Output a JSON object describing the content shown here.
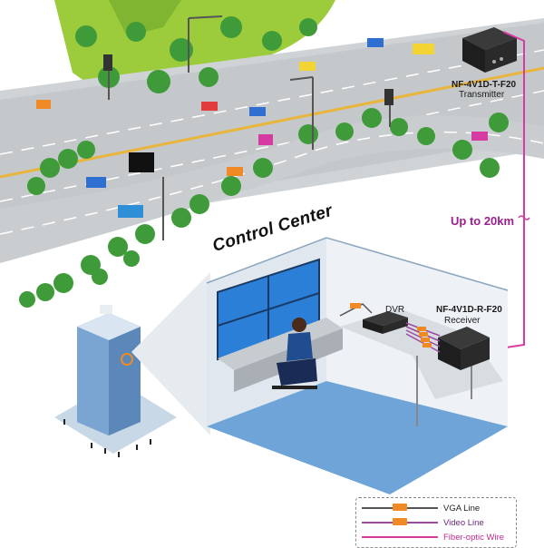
{
  "control_center": {
    "title": "Control Center"
  },
  "transmitter": {
    "model": "NF-4V1D-T-F20",
    "role": "Transmitter"
  },
  "receiver": {
    "model": "NF-4V1D-R-F20",
    "role": "Receiver"
  },
  "dvr": {
    "label": "DVR"
  },
  "link": {
    "distance": "Up to 20km"
  },
  "legend": {
    "items": [
      {
        "label": "VGA Line",
        "color": "#555555",
        "style": "vga"
      },
      {
        "label": "Video Line",
        "color": "#9b4aa0",
        "style": "video"
      },
      {
        "label": "Fiber-optic Wire",
        "color": "#d63ba2",
        "style": "fiber"
      }
    ]
  },
  "colors": {
    "road": "#c9cdd0",
    "grass": "#9ccc3c",
    "tree": "#3f9b3a",
    "wall": "#e9eef3",
    "floor": "#6ea4d8",
    "screen": "#2c7fd6",
    "fiber": "#d63ba2",
    "video": "#9b4aa0",
    "vga": "#555555"
  }
}
